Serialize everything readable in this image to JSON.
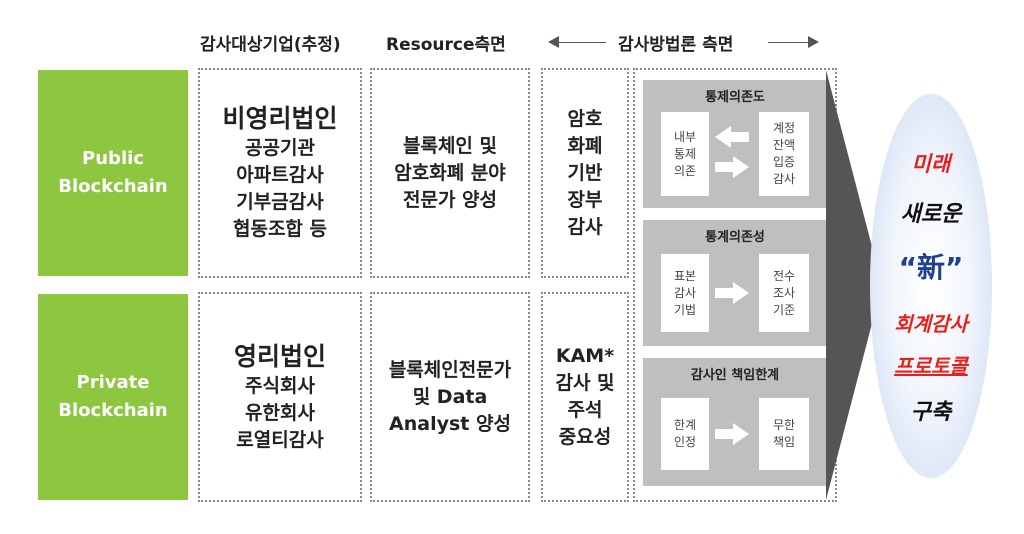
{
  "headers": {
    "target": "감사대상기업(추정)",
    "resource": "Resource측면",
    "methodology": "감사방법론 측면"
  },
  "rows": {
    "public": {
      "label_line1": "Public",
      "label_line2": "Blockchain",
      "target_title": "비영리법인",
      "target_items": [
        "공공기관",
        "아파트감사",
        "기부금감사",
        "협동조합 등"
      ],
      "resource_lines": [
        "블록체인 및",
        "암호화폐 분야",
        "전문가 양성"
      ],
      "method_lines": [
        "암호",
        "화폐",
        "기반",
        "장부",
        "감사"
      ]
    },
    "private": {
      "label_line1": "Private",
      "label_line2": "Blockchain",
      "target_title": "영리법인",
      "target_items": [
        "주식회사",
        "유한회사",
        "로열티감사"
      ],
      "resource_lines": [
        "블록체인전문가",
        "및 Data",
        "Analyst 양성"
      ],
      "method_lines": [
        "KAM*",
        "감사 및",
        "주석",
        "중요성"
      ]
    }
  },
  "panels": {
    "p1": {
      "title": "통제의존도",
      "left": [
        "내부",
        "통제",
        "의존"
      ],
      "right": [
        "계정",
        "잔액",
        "입증",
        "감사"
      ]
    },
    "p2": {
      "title": "통계의존성",
      "left": [
        "표본",
        "감사",
        "기법"
      ],
      "right": [
        "전수",
        "조사",
        "기준"
      ]
    },
    "p3": {
      "title": "감사인 책임한계",
      "left": [
        "한계",
        "인정"
      ],
      "right": [
        "무한",
        "책임"
      ]
    }
  },
  "result": {
    "l1": "미래",
    "l2": "새로운",
    "l3": "“新”",
    "l4": "회계감사",
    "l5": "프로토콜",
    "l6": "구축"
  },
  "colors": {
    "green": "#8dc63f",
    "red": "#e8201c",
    "blue": "#1f3f8f",
    "panel_gray": "#bfbfbf",
    "chevron": "#555555"
  }
}
